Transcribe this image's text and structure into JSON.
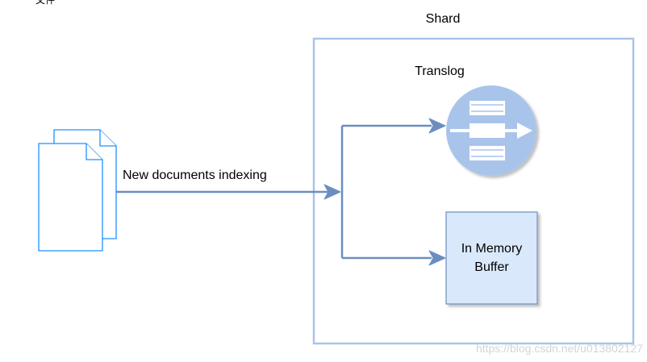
{
  "top_left_caption": "文件",
  "shard": {
    "label": "Shard"
  },
  "translog": {
    "label": "Translog"
  },
  "buffer": {
    "line1": "In Memory",
    "line2": "Buffer"
  },
  "edge": {
    "label": "New documents indexing"
  },
  "watermark": "https://blog.csdn.net/u013802127",
  "colors": {
    "documents_stroke": "#1e90ff",
    "shard_border": "#a9c4eb",
    "arrow": "#6c8ebf",
    "translog_fill": "#a9c4eb",
    "buffer_fill": "#dae8fc",
    "buffer_stroke": "#6c8ebf"
  },
  "icons": {
    "documents": "documents-icon",
    "translog": "translog-queue-icon"
  }
}
